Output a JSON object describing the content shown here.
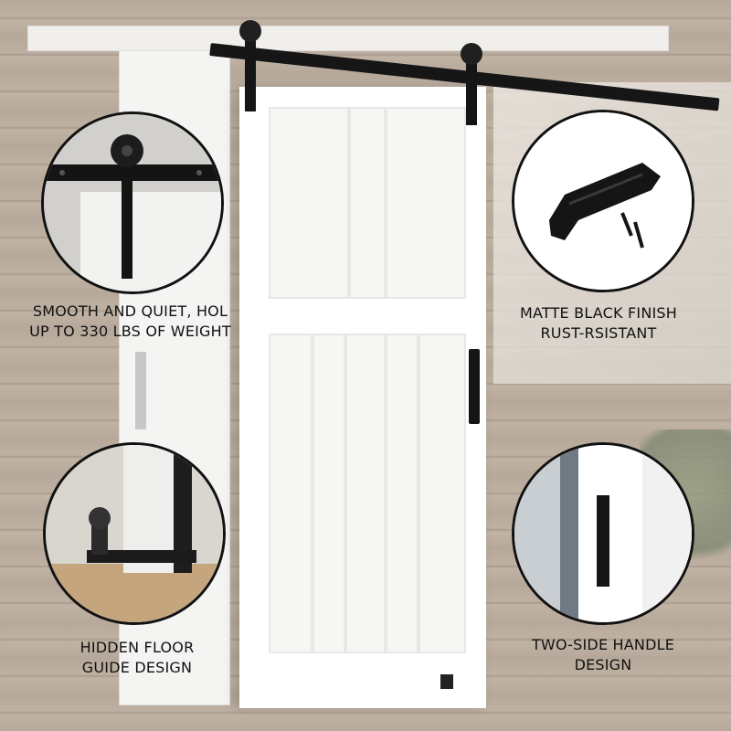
{
  "features": [
    {
      "line1": "SMOOTH AND QUIET, HOL",
      "line2": "UP TO 330 LBS OF WEIGHT"
    },
    {
      "line1": "MATTE BLACK FINISH",
      "line2": "RUST-RSISTANT"
    },
    {
      "line1": "HIDDEN FLOOR",
      "line2": "GUIDE DESIGN"
    },
    {
      "line1": "TWO-SIDE HANDLE",
      "line2": "DESIGN"
    }
  ],
  "colors": {
    "hardware": "#151515",
    "door": "#ffffff",
    "caption_text": "#111111",
    "circle_border": "#111111"
  }
}
